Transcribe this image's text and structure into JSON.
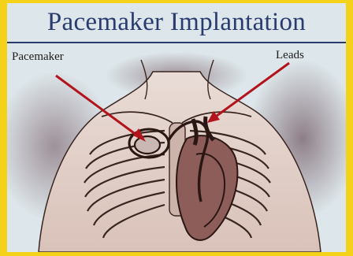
{
  "title": "Pacemaker Implantation",
  "labels": {
    "pacemaker": "Pacemaker",
    "leads": "Leads"
  },
  "colors": {
    "frame": "#f5d21a",
    "board": "#dde6ea",
    "title": "#2a3b6e",
    "arrow": "#b3141c",
    "ink": "#3a2620",
    "stipple": "#6b4a55"
  },
  "icons": [
    "pacemaker-device-icon",
    "heart-icon",
    "rib-cage-icon",
    "arrow-icon"
  ]
}
